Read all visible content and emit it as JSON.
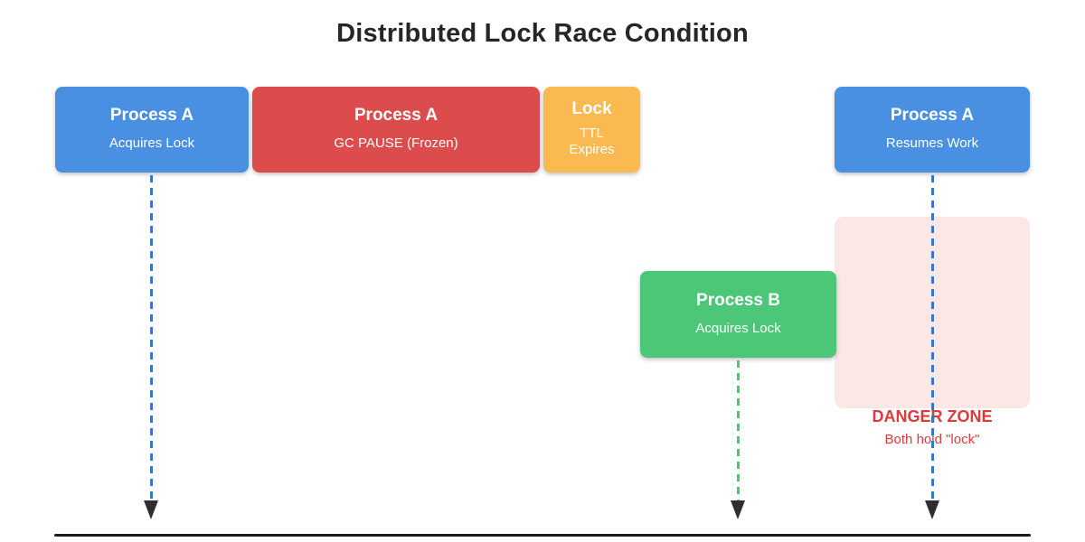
{
  "title": "Distributed Lock Race Condition",
  "nodes": [
    {
      "id": "process-a-acquires-lock",
      "title": "Process A",
      "subtitle": "Acquires Lock",
      "color": "#4A90E2"
    },
    {
      "id": "process-a-gc-pause",
      "title": "Process A",
      "subtitle": "GC PAUSE (Frozen)",
      "color": "#DC4C4C"
    },
    {
      "id": "lock-ttl-expires",
      "title": "Lock",
      "subtitle": "TTL Expires",
      "color": "#FBB951"
    },
    {
      "id": "process-a-resumes-work",
      "title": "Process A",
      "subtitle": "Resumes Work",
      "color": "#4A90E2"
    },
    {
      "id": "process-b-acquires-lock",
      "title": "Process B",
      "subtitle": "Acquires Lock",
      "color": "#4CC778"
    }
  ],
  "danger_zone": {
    "label": "DANGER ZONE",
    "sublabel": "Both hold \"lock\"",
    "fill_color": "#FCE7E7",
    "text_color": "#DC3B3B"
  },
  "arrows": [
    {
      "from": "process-a-acquires-lock",
      "style": "dashed",
      "color": "#3578C8"
    },
    {
      "from": "process-b-acquires-lock",
      "style": "dashed",
      "color": "#4CC778"
    },
    {
      "from": "process-a-resumes-work",
      "style": "dashed",
      "color": "#3578C8"
    }
  ],
  "timeline_color": "#1a1a1a",
  "title_color": "#262626"
}
